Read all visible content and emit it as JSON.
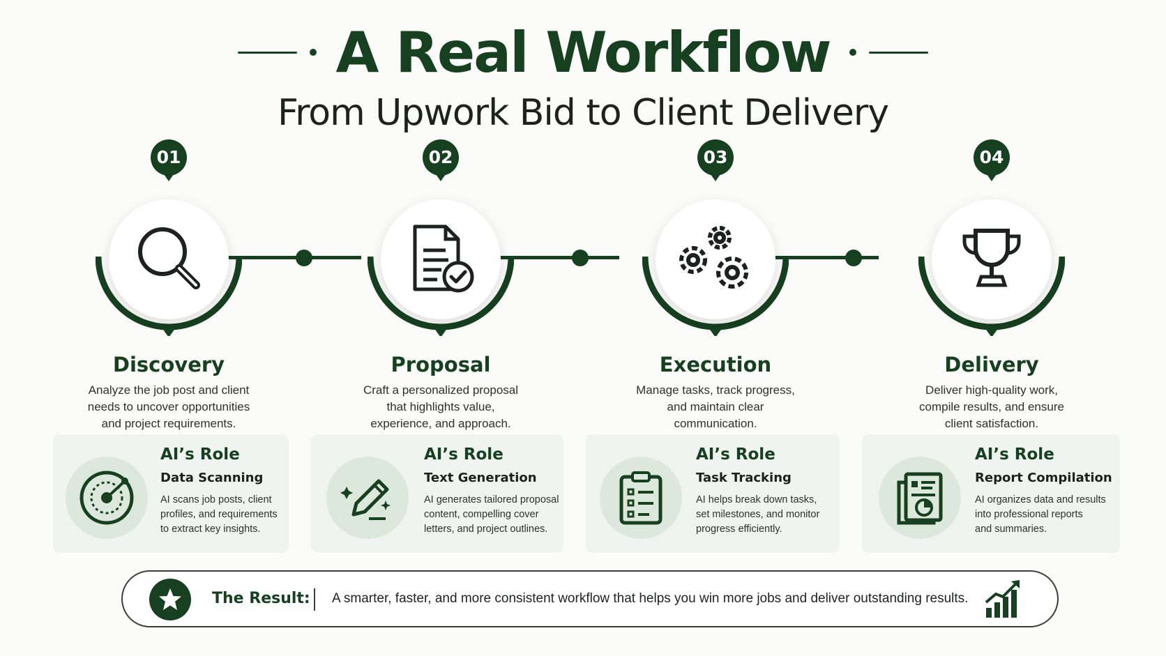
{
  "header": {
    "title": "A Real Workflow",
    "subtitle": "From Upwork Bid to Client Delivery"
  },
  "colors": {
    "accent": "#16401f",
    "card_bg": "#f0f4f0",
    "icon_circle": "#dde8dd"
  },
  "steps": [
    {
      "number": "01",
      "icon": "magnifier-icon",
      "title": "Discovery",
      "description": "Analyze the job post and client\nneeds to uncover opportunities\nand project requirements."
    },
    {
      "number": "02",
      "icon": "document-check-icon",
      "title": "Proposal",
      "description": "Craft a personalized proposal\nthat highlights value,\nexperience, and approach."
    },
    {
      "number": "03",
      "icon": "gears-icon",
      "title": "Execution",
      "description": "Manage tasks, track progress,\nand maintain clear\ncommunication."
    },
    {
      "number": "04",
      "icon": "trophy-icon",
      "title": "Delivery",
      "description": "Deliver high-quality work,\ncompile results, and ensure\nclient satisfaction."
    }
  ],
  "roles": [
    {
      "heading": "AI’s Role",
      "icon": "radar-scan-icon",
      "name": "Data Scanning",
      "description": "AI scans job posts, client\nprofiles, and requirements\nto extract key insights."
    },
    {
      "heading": "AI’s Role",
      "icon": "pencil-sparkle-icon",
      "name": "Text Generation",
      "description": "AI generates tailored proposal\ncontent, compelling cover\nletters, and project outlines."
    },
    {
      "heading": "AI’s Role",
      "icon": "clipboard-checklist-icon",
      "name": "Task Tracking",
      "description": "AI helps break down tasks,\nset milestones, and monitor\nprogress efficiently."
    },
    {
      "heading": "AI’s Role",
      "icon": "report-chart-icon",
      "name": "Report Compilation",
      "description": "AI organizes data and results\ninto professional reports\nand summaries."
    }
  ],
  "result": {
    "label": "The Result:",
    "text": "A smarter, faster, and more consistent workflow that helps you win more jobs and deliver outstanding results.",
    "icons": [
      "star-icon",
      "growth-chart-icon"
    ]
  }
}
